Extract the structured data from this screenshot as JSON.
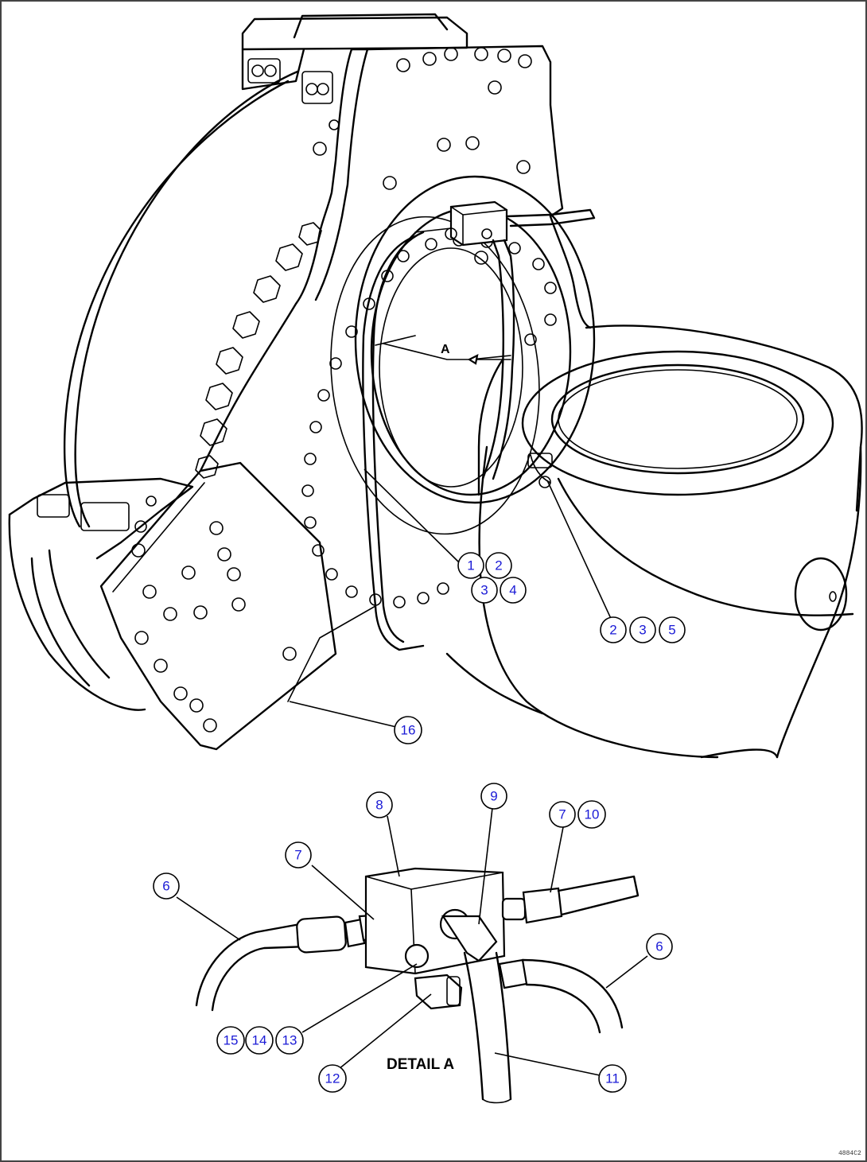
{
  "view_marker": "A",
  "detail_caption": "DETAIL A",
  "drawing_code": "4884C2",
  "callouts": [
    {
      "id": "c1",
      "label": "1"
    },
    {
      "id": "c2a",
      "label": "2"
    },
    {
      "id": "c3a",
      "label": "3"
    },
    {
      "id": "c4",
      "label": "4"
    },
    {
      "id": "c2b",
      "label": "2"
    },
    {
      "id": "c3b",
      "label": "3"
    },
    {
      "id": "c5",
      "label": "5"
    },
    {
      "id": "c16",
      "label": "16"
    },
    {
      "id": "c8",
      "label": "8"
    },
    {
      "id": "c9",
      "label": "9"
    },
    {
      "id": "c7a",
      "label": "7"
    },
    {
      "id": "c10",
      "label": "10"
    },
    {
      "id": "c7b",
      "label": "7"
    },
    {
      "id": "c6a",
      "label": "6"
    },
    {
      "id": "c6b",
      "label": "6"
    },
    {
      "id": "c15",
      "label": "15"
    },
    {
      "id": "c14",
      "label": "14"
    },
    {
      "id": "c13",
      "label": "13"
    },
    {
      "id": "c12",
      "label": "12"
    },
    {
      "id": "c11",
      "label": "11"
    }
  ],
  "colors": {
    "line": "#000000",
    "callout_text": "#1a1ad6",
    "background": "#ffffff"
  }
}
